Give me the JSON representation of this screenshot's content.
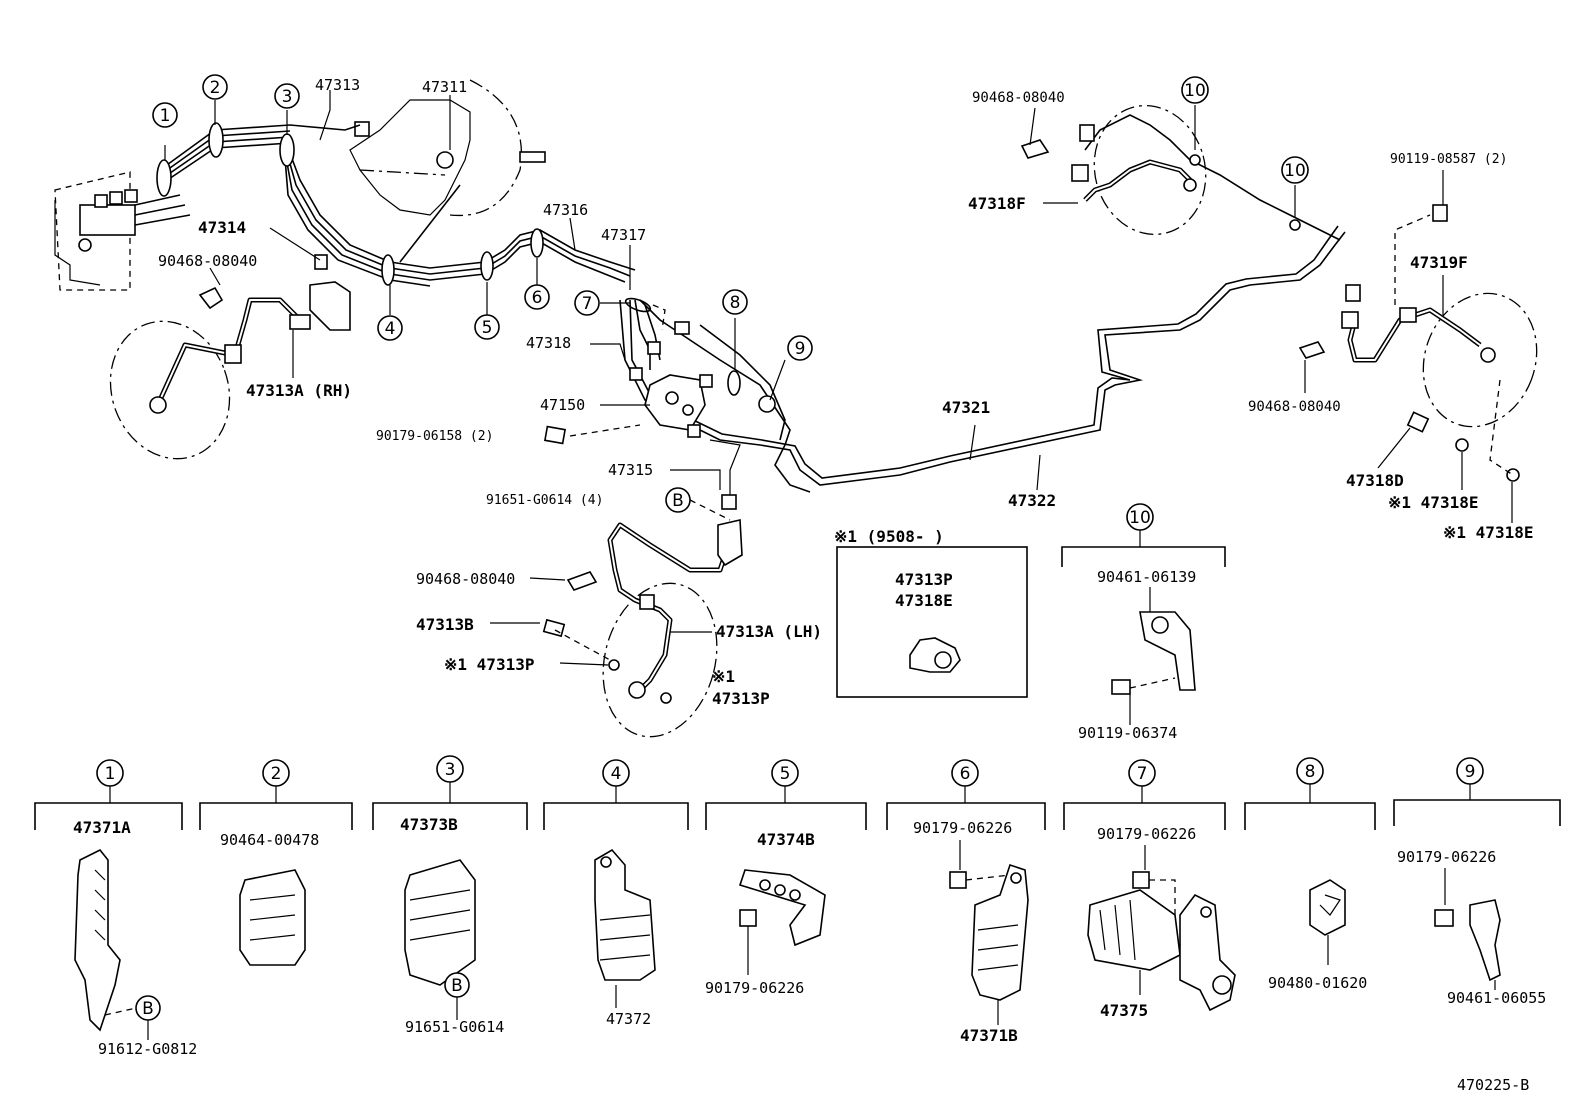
{
  "diagram": {
    "reference_code": "470225-B",
    "inset_note": {
      "title": "※1 (9508-        )",
      "parts": [
        "47313P",
        "47318E"
      ]
    },
    "callouts": [
      "1",
      "2",
      "3",
      "4",
      "5",
      "6",
      "7",
      "8",
      "9",
      "10"
    ],
    "clip_b": "B",
    "main_labels": {
      "p47313": "47313",
      "p47311": "47311",
      "p47314": "47314",
      "p90468a": "90468-08040",
      "p47313a_rh": "47313A (RH)",
      "p47316": "47316",
      "p47317": "47317",
      "p47318": "47318",
      "p47150": "47150",
      "p90179_2": "90179-06158 (2)",
      "p47315": "47315",
      "p91651_4": "91651-G0614 (4)",
      "p90468b": "90468-08040",
      "p47313b": "47313B",
      "p47313p_a": "※1 47313P",
      "p47313a_lh": "47313A (LH)",
      "p47313p_b_mark": "※1",
      "p47313p_b": "47313P",
      "p47321": "47321",
      "p47322": "47322",
      "p90468c": "90468-08040",
      "p47318f": "47318F",
      "p90119_2": "90119-08587 (2)",
      "p47319f": "47319F",
      "p90468d": "90468-08040",
      "p47318d": "47318D",
      "p47318e_a": "※1 47318E",
      "p47318e_b": "※1 47318E"
    },
    "detail_10": {
      "top": "90461-06139",
      "bottom": "90119-06374"
    },
    "details": [
      {
        "num": "1",
        "parts": [
          "47371A",
          "91612-G0812"
        ]
      },
      {
        "num": "2",
        "parts": [
          "90464-00478"
        ]
      },
      {
        "num": "3",
        "parts": [
          "47373B",
          "91651-G0614"
        ]
      },
      {
        "num": "4",
        "parts": [
          "47372"
        ]
      },
      {
        "num": "5",
        "parts": [
          "47374B",
          "90179-06226"
        ]
      },
      {
        "num": "6",
        "parts": [
          "90179-06226",
          "47371B"
        ]
      },
      {
        "num": "7",
        "parts": [
          "90179-06226",
          "47375"
        ]
      },
      {
        "num": "8",
        "parts": [
          "90480-01620"
        ]
      },
      {
        "num": "9",
        "parts": [
          "90179-06226",
          "90461-06055"
        ]
      }
    ]
  }
}
